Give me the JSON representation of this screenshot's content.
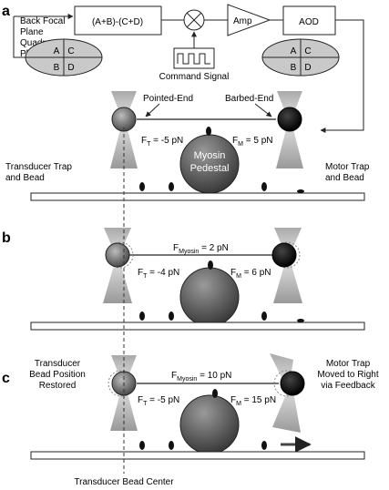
{
  "panel_labels": {
    "a": "a",
    "b": "b",
    "c": "c"
  },
  "panel_a": {
    "photodiode_label": [
      "Back Focal",
      "Plane",
      "Quadrant",
      "Photodiode"
    ],
    "sum_box": "(A+B)-(C+D)",
    "amp_box": "Amp",
    "aod_box": "AOD",
    "command_signal": "Command Signal",
    "quadrants": {
      "q1": "A",
      "q2": "C",
      "q3": "B",
      "q4": "D"
    },
    "pointed_end": "Pointed-End",
    "barbed_end": "Barbed-End",
    "f_t": "F",
    "f_t_sub": "T",
    "f_t_val": " = -5 pN",
    "f_m": "F",
    "f_m_sub": "M",
    "f_m_val": " = 5 pN",
    "pedestal": [
      "Myosin",
      "Pedestal"
    ],
    "transducer_label": [
      "Transducer Trap",
      "and Bead"
    ],
    "motor_label": [
      "Motor Trap",
      "and Bead"
    ]
  },
  "panel_b": {
    "f_myosin": "F",
    "f_myosin_sub": "Myosin",
    "f_myosin_val": " = 2 pN",
    "f_t": "F",
    "f_t_sub": "T",
    "f_t_val": " = -4 pN",
    "f_m": "F",
    "f_m_sub": "M",
    "f_m_val": " = 6 pN"
  },
  "panel_c": {
    "transducer_label": [
      "Transducer",
      "Bead Position",
      "Restored"
    ],
    "motor_label": [
      "Motor Trap",
      "Moved to Right",
      "via Feedback"
    ],
    "f_myosin": "F",
    "f_myosin_sub": "Myosin",
    "f_myosin_val": " = 10 pN",
    "f_t": "F",
    "f_t_sub": "T",
    "f_t_val": " = -5 pN",
    "f_m": "F",
    "f_m_sub": "M",
    "f_m_val": " = 15 pN"
  },
  "footer": "Transducer Bead Center",
  "colors": {
    "bead_dark": "#111111",
    "bead_grey": "#6a6a6a",
    "pedestal": "#4a4a4a",
    "laser": "#9a9a9a"
  }
}
